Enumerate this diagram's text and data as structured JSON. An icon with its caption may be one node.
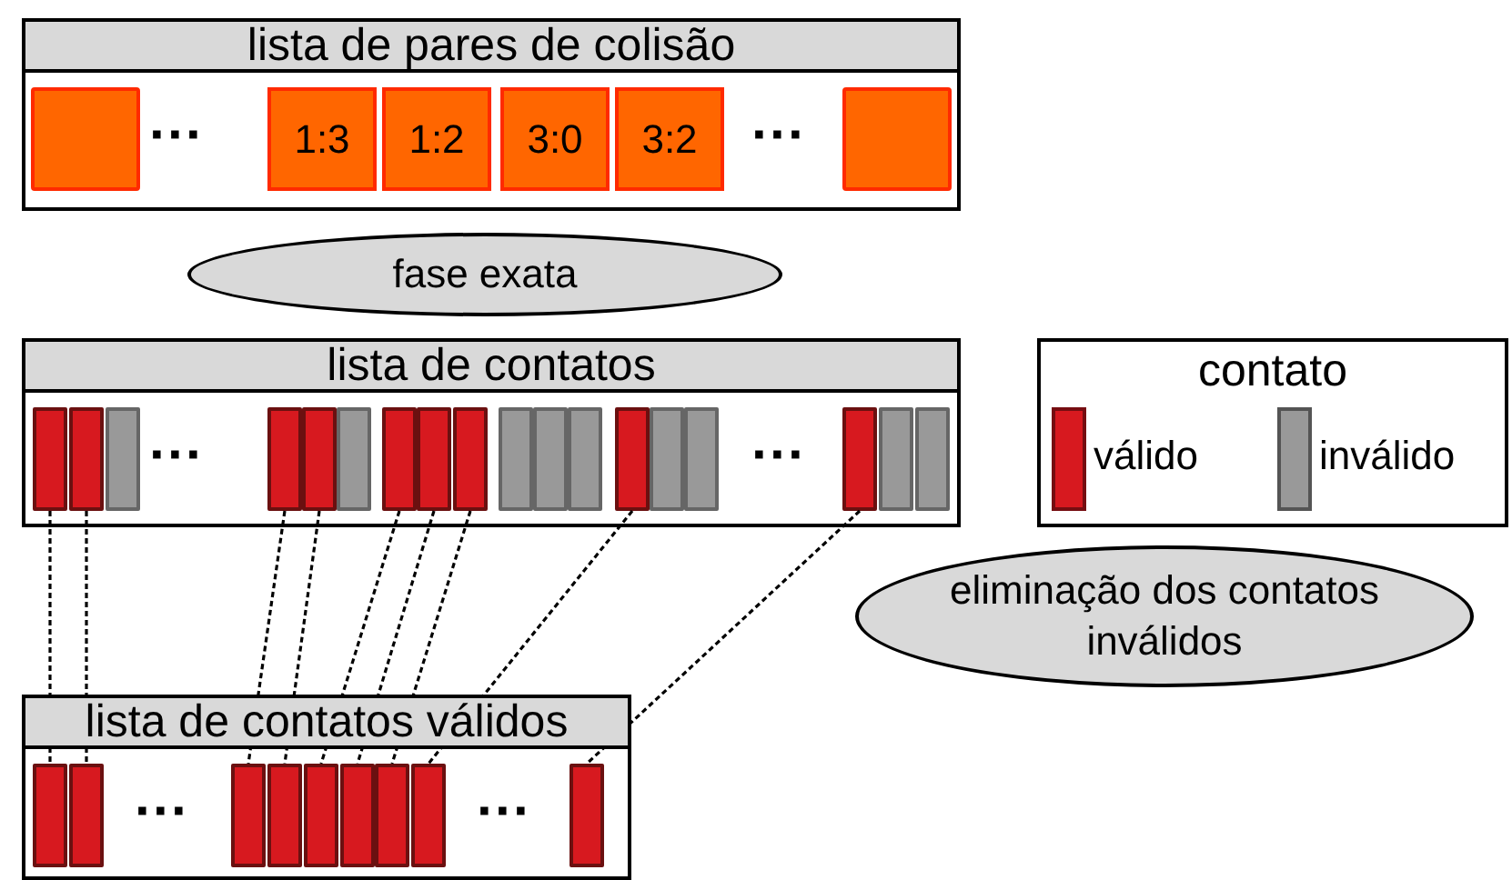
{
  "diagram": {
    "nodes": [
      {
        "text": [
          "lista de pares de colisão"
        ]
      },
      {
        "text": [],
        "shape": "box",
        "in": 0
      },
      {
        "text": [
          "1:3"
        ],
        "in": 0
      },
      {
        "text": [
          "1:2"
        ],
        "in": 0
      },
      {
        "text": [
          "3:0"
        ],
        "in": 0
      },
      {
        "text": [
          "3:2"
        ],
        "in": 0
      },
      {
        "text": [],
        "shape": "box",
        "in": 0
      },
      {
        "text": [
          "fase exata"
        ]
      },
      {
        "text": [
          "lista de contatos"
        ]
      },
      {
        "text": [],
        "shape": "bar",
        "in": 8
      },
      {
        "text": [],
        "shape": "bar",
        "in": 8
      },
      {
        "text": [],
        "shape": "bar",
        "in": 8
      },
      {
        "text": [],
        "shape": "bar",
        "in": 8
      },
      {
        "text": [],
        "shape": "bar",
        "in": 8
      },
      {
        "text": [],
        "shape": "bar",
        "in": 8
      },
      {
        "text": [],
        "shape": "bar",
        "in": 8
      },
      {
        "text": [],
        "shape": "bar",
        "in": 8
      },
      {
        "text": [],
        "shape": "bar",
        "in": 8
      },
      {
        "text": [],
        "shape": "bar",
        "in": 8
      },
      {
        "text": [],
        "shape": "bar",
        "in": 8
      },
      {
        "text": [],
        "shape": "bar",
        "in": 8
      },
      {
        "text": [],
        "shape": "bar",
        "in": 8
      },
      {
        "text": [],
        "shape": "bar",
        "in": 8
      },
      {
        "text": [],
        "shape": "bar",
        "in": 8
      },
      {
        "text": [],
        "shape": "bar",
        "in": 8
      },
      {
        "text": [],
        "shape": "bar",
        "in": 8
      },
      {
        "text": [],
        "shape": "bar",
        "in": 8
      },
      {
        "text": [
          "eliminação dos contatos inválidos"
        ]
      },
      {
        "text": [
          "lista de contatos válidos"
        ]
      },
      {
        "text": [],
        "shape": "bar",
        "in": 28
      },
      {
        "text": [],
        "shape": "bar",
        "in": 28
      },
      {
        "text": [],
        "shape": "bar",
        "in": 28
      },
      {
        "text": [],
        "shape": "bar",
        "in": 28
      },
      {
        "text": [],
        "shape": "bar",
        "in": 28
      },
      {
        "text": [],
        "shape": "bar",
        "in": 28
      },
      {
        "text": [],
        "shape": "bar",
        "in": 28
      },
      {
        "text": [],
        "shape": "bar",
        "in": 28
      },
      {
        "text": [],
        "shape": "bar",
        "in": 28
      }
    ],
    "edges": [
      {
        "from": 9,
        "to": 29,
        "arrow": "none",
        "style": "dashed"
      },
      {
        "from": 10,
        "to": 30,
        "arrow": "none",
        "style": "dashed"
      },
      {
        "from": 12,
        "to": 31,
        "arrow": "none",
        "style": "dashed"
      },
      {
        "from": 13,
        "to": 32,
        "arrow": "none",
        "style": "dashed"
      },
      {
        "from": 15,
        "to": 33,
        "arrow": "none",
        "style": "dashed"
      },
      {
        "from": 16,
        "to": 34,
        "arrow": "none",
        "style": "dashed"
      },
      {
        "from": 17,
        "to": 35,
        "arrow": "none",
        "style": "dashed"
      },
      {
        "from": 21,
        "to": 36,
        "arrow": "none",
        "style": "dashed"
      },
      {
        "from": 24,
        "to": 37,
        "arrow": "none",
        "style": "dashed"
      }
    ],
    "labels": [
      "···",
      "···",
      "···",
      "···",
      "contato",
      "···",
      "···"
    ],
    "legend": [
      {
        "text": "válido",
        "color": "#d7191f"
      },
      {
        "text": "inválido",
        "color": "#999999"
      }
    ]
  }
}
